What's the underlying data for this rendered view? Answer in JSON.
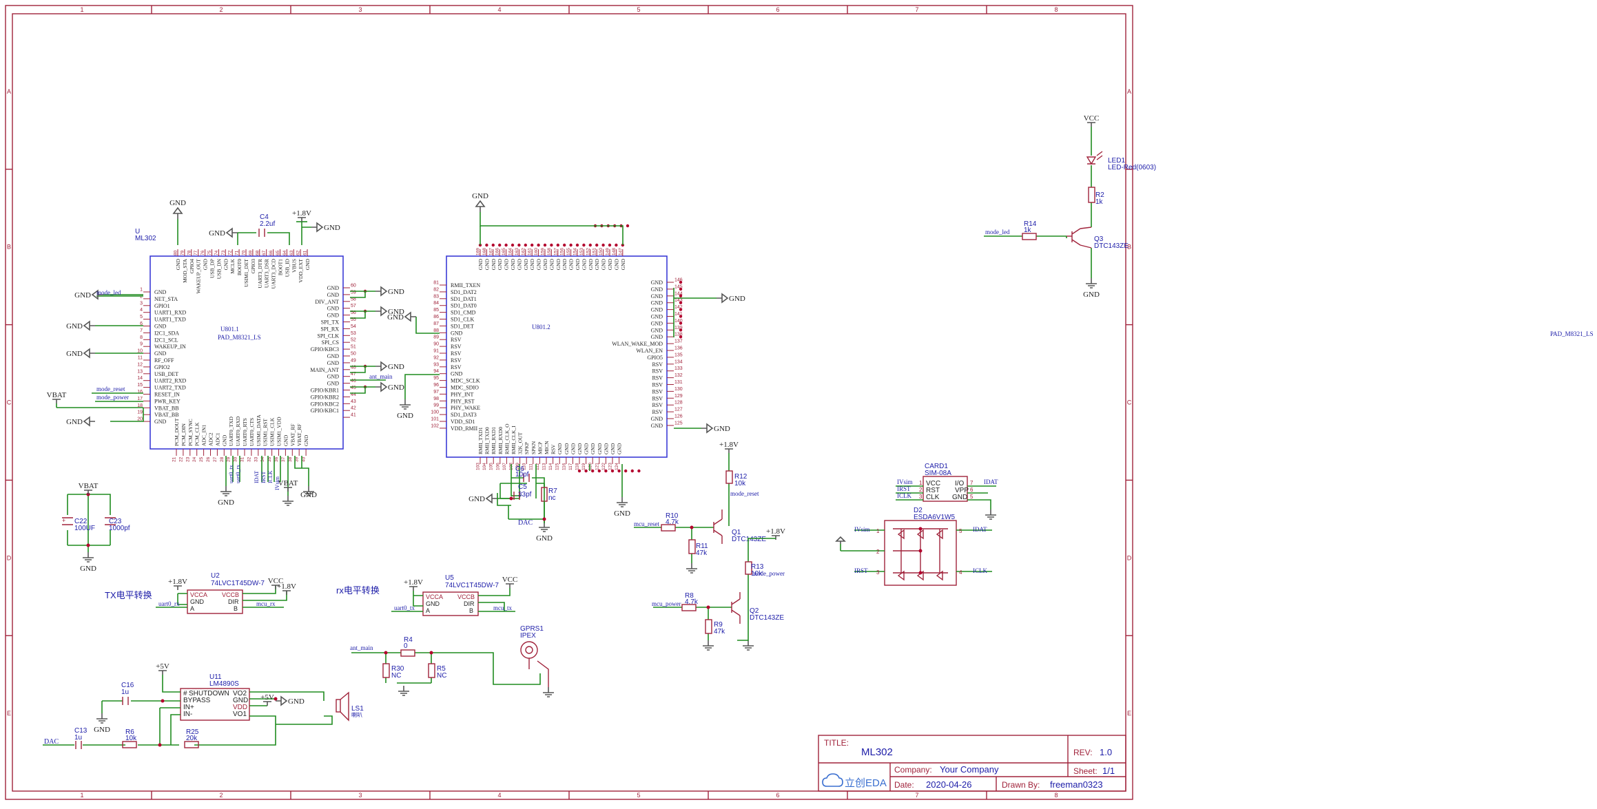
{
  "frame": {
    "columns": [
      "1",
      "2",
      "3",
      "4",
      "5",
      "6",
      "7",
      "8"
    ],
    "rows": [
      "A",
      "B",
      "C",
      "D",
      "E"
    ]
  },
  "title_block": {
    "title_label": "TITLE:",
    "title": "ML302",
    "rev_label": "REV:",
    "rev": "1.0",
    "company_label": "Company:",
    "company": "Your Company",
    "sheet_label": "Sheet:",
    "sheet": "1/1",
    "date_label": "Date:",
    "date": "2020-04-26",
    "drawn_label": "Drawn By:",
    "drawn": "freeman0323",
    "logo": "立创EDA"
  },
  "module": {
    "ref": "U",
    "name": "ML302",
    "u1_label": "U801.1",
    "u1_footprint": "PAD_M8321_LS",
    "u2_label": "U801.2",
    "footprint_far": "PAD_M8321_LS",
    "u1_left_pins": [
      {
        "num": "1",
        "name": "GND"
      },
      {
        "num": "2",
        "name": "NET_STA"
      },
      {
        "num": "3",
        "name": "GPIO1"
      },
      {
        "num": "4",
        "name": "UART1_RXD"
      },
      {
        "num": "5",
        "name": "UART1_TXD"
      },
      {
        "num": "6",
        "name": "GND"
      },
      {
        "num": "7",
        "name": "I2C1_SDA"
      },
      {
        "num": "8",
        "name": "I2C1_SCL"
      },
      {
        "num": "9",
        "name": "WAKEUP_IN"
      },
      {
        "num": "10",
        "name": "GND"
      },
      {
        "num": "11",
        "name": "RF_OFF"
      },
      {
        "num": "12",
        "name": "GPIO2"
      },
      {
        "num": "13",
        "name": "USB_DET"
      },
      {
        "num": "14",
        "name": "UART2_RXD"
      },
      {
        "num": "15",
        "name": "UART2_TXD"
      },
      {
        "num": "16",
        "name": "RESET_IN"
      },
      {
        "num": "17",
        "name": "PWR_KEY"
      },
      {
        "num": "18",
        "name": "VBAT_BB"
      },
      {
        "num": "19",
        "name": "VBAT_BB"
      },
      {
        "num": "20",
        "name": "GND"
      }
    ],
    "u1_right_pins": [
      {
        "num": "60",
        "name": "GND"
      },
      {
        "num": "59",
        "name": "GND"
      },
      {
        "num": "58",
        "name": "DIV_ANT"
      },
      {
        "num": "57",
        "name": "GND"
      },
      {
        "num": "56",
        "name": "GND"
      },
      {
        "num": "55",
        "name": "SPI_TX"
      },
      {
        "num": "54",
        "name": "SPI_RX"
      },
      {
        "num": "53",
        "name": "SPI_CLK"
      },
      {
        "num": "52",
        "name": "SPI_CS"
      },
      {
        "num": "51",
        "name": "GPIO/KBC3"
      },
      {
        "num": "50",
        "name": "GND"
      },
      {
        "num": "49",
        "name": "GND"
      },
      {
        "num": "48",
        "name": "MAIN_ANT"
      },
      {
        "num": "47",
        "name": "GND"
      },
      {
        "num": "46",
        "name": "GND"
      },
      {
        "num": "45",
        "name": "GPIO/KBR1"
      },
      {
        "num": "44",
        "name": "GPIO/KBR2"
      },
      {
        "num": "43",
        "name": "GPIO/KBC2"
      },
      {
        "num": "42",
        "name": "GPIO/KBC1"
      },
      {
        "num": "41",
        "name": ""
      }
    ],
    "u1_top_pins": [
      {
        "num": "80",
        "name": "GND"
      },
      {
        "num": "79",
        "name": "MOD_STA"
      },
      {
        "num": "78",
        "name": "GPIO4"
      },
      {
        "num": "77",
        "name": "WAKEUP_OUT"
      },
      {
        "num": "76",
        "name": "GND"
      },
      {
        "num": "75",
        "name": "USB_DP"
      },
      {
        "num": "74",
        "name": "USB_DN"
      },
      {
        "num": "73",
        "name": "GND"
      },
      {
        "num": "72",
        "name": "MCLK"
      },
      {
        "num": "71",
        "name": "BOOT0"
      },
      {
        "num": "70",
        "name": "USIM1_DET"
      },
      {
        "num": "69",
        "name": "GPIO3"
      },
      {
        "num": "68",
        "name": "UART3_DTR"
      },
      {
        "num": "67",
        "name": "UART3_DSR"
      },
      {
        "num": "66",
        "name": "UART3_DCD"
      },
      {
        "num": "65",
        "name": "BOOT1"
      },
      {
        "num": "64",
        "name": "USB_ID"
      },
      {
        "num": "63",
        "name": "VBUS"
      },
      {
        "num": "62",
        "name": "VDD_EXT"
      },
      {
        "num": "61",
        "name": "GND"
      }
    ],
    "u1_bottom_pins": [
      {
        "num": "21",
        "name": "PCM_DOUT"
      },
      {
        "num": "22",
        "name": "PCM_DIN"
      },
      {
        "num": "23",
        "name": "PCM_SYNC"
      },
      {
        "num": "24",
        "name": "PCM_CLK"
      },
      {
        "num": "25",
        "name": "ADC_IN1"
      },
      {
        "num": "26",
        "name": "ADC2"
      },
      {
        "num": "27",
        "name": "ADC1"
      },
      {
        "num": "28",
        "name": "GND"
      },
      {
        "num": "29",
        "name": "UART0_TXD"
      },
      {
        "num": "30",
        "name": "UART0_RXD"
      },
      {
        "num": "31",
        "name": "UART0_RTS"
      },
      {
        "num": "32",
        "name": "UART0_CTS"
      },
      {
        "num": "33",
        "name": "USIM1_DATA"
      },
      {
        "num": "34",
        "name": "USIM1_RST"
      },
      {
        "num": "35",
        "name": "USIM1_CLK"
      },
      {
        "num": "36",
        "name": "USIM1_VDD"
      },
      {
        "num": "37",
        "name": "GND"
      },
      {
        "num": "38",
        "name": "VBAT_RF"
      },
      {
        "num": "39",
        "name": "VBAT_RF"
      },
      {
        "num": "40",
        "name": "GND"
      }
    ],
    "u2_left_pins": [
      {
        "num": "81",
        "name": "RMII_TXEN"
      },
      {
        "num": "82",
        "name": "SD1_DAT2"
      },
      {
        "num": "83",
        "name": "SD1_DAT1"
      },
      {
        "num": "84",
        "name": "SD1_DAT0"
      },
      {
        "num": "85",
        "name": "SD1_CMD"
      },
      {
        "num": "86",
        "name": "SD1_CLK"
      },
      {
        "num": "87",
        "name": "SD1_DET"
      },
      {
        "num": "88",
        "name": "GND"
      },
      {
        "num": "89",
        "name": "RSV"
      },
      {
        "num": "90",
        "name": "RSV"
      },
      {
        "num": "91",
        "name": "RSV"
      },
      {
        "num": "92",
        "name": "RSV"
      },
      {
        "num": "93",
        "name": "RSV"
      },
      {
        "num": "94",
        "name": "GND"
      },
      {
        "num": "95",
        "name": "MDC_SCLK"
      },
      {
        "num": "96",
        "name": "MDC_SDIO"
      },
      {
        "num": "97",
        "name": "PHY_INT"
      },
      {
        "num": "98",
        "name": "PHY_RST"
      },
      {
        "num": "99",
        "name": "PHY_WAKE"
      },
      {
        "num": "100",
        "name": "SD1_DAT3"
      },
      {
        "num": "101",
        "name": "VDD_SD1"
      },
      {
        "num": "102",
        "name": "VDD_RMII"
      }
    ],
    "u2_right_pins": [
      {
        "num": "146",
        "name": "GND"
      },
      {
        "num": "145",
        "name": "GND"
      },
      {
        "num": "144",
        "name": "GND"
      },
      {
        "num": "143",
        "name": "GND"
      },
      {
        "num": "142",
        "name": "GND"
      },
      {
        "num": "141",
        "name": "GND"
      },
      {
        "num": "140",
        "name": "GND"
      },
      {
        "num": "139",
        "name": "GND"
      },
      {
        "num": "138",
        "name": "GND"
      },
      {
        "num": "137",
        "name": "WLAN_WAKE_MOD"
      },
      {
        "num": "136",
        "name": "WLAN_EN"
      },
      {
        "num": "135",
        "name": "GPIO5"
      },
      {
        "num": "134",
        "name": "RSV"
      },
      {
        "num": "133",
        "name": "RSV"
      },
      {
        "num": "132",
        "name": "RSV"
      },
      {
        "num": "131",
        "name": "RSV"
      },
      {
        "num": "130",
        "name": "RSV"
      },
      {
        "num": "129",
        "name": "RSV"
      },
      {
        "num": "128",
        "name": "RSV"
      },
      {
        "num": "127",
        "name": "RSV"
      },
      {
        "num": "126",
        "name": "GND"
      },
      {
        "num": "125",
        "name": "GND"
      }
    ],
    "u2_top_pins": [
      {
        "num": "169",
        "name": "GND"
      },
      {
        "num": "168",
        "name": "GND"
      },
      {
        "num": "167",
        "name": "GND"
      },
      {
        "num": "166",
        "name": "GND"
      },
      {
        "num": "165",
        "name": "GND"
      },
      {
        "num": "164",
        "name": "GND"
      },
      {
        "num": "163",
        "name": "GND"
      },
      {
        "num": "162",
        "name": "GND"
      },
      {
        "num": "161",
        "name": "GND"
      },
      {
        "num": "160",
        "name": "GND"
      },
      {
        "num": "159",
        "name": "GND"
      },
      {
        "num": "158",
        "name": "GND"
      },
      {
        "num": "157",
        "name": "GND"
      },
      {
        "num": "156",
        "name": "GND"
      },
      {
        "num": "155",
        "name": "GND"
      },
      {
        "num": "154",
        "name": "GND"
      },
      {
        "num": "153",
        "name": "GND"
      },
      {
        "num": "152",
        "name": "GND"
      },
      {
        "num": "151",
        "name": "GND"
      },
      {
        "num": "150",
        "name": "GND"
      },
      {
        "num": "149",
        "name": "GND"
      },
      {
        "num": "148",
        "name": "GND"
      },
      {
        "num": "147",
        "name": "GND"
      }
    ],
    "u2_bottom_pins": [
      {
        "num": "103",
        "name": "RMII_TXD1"
      },
      {
        "num": "104",
        "name": "RMII_TXD0"
      },
      {
        "num": "105",
        "name": "RMII_RXD1"
      },
      {
        "num": "106",
        "name": "RMII_RXD0"
      },
      {
        "num": "107",
        "name": "RMII_CLK_O"
      },
      {
        "num": "108",
        "name": "RMII_CLK_I"
      },
      {
        "num": "109",
        "name": "32K_OUT"
      },
      {
        "num": "110",
        "name": "SPKP"
      },
      {
        "num": "111",
        "name": "SPKN"
      },
      {
        "num": "112",
        "name": "MICP"
      },
      {
        "num": "113",
        "name": "MICN"
      },
      {
        "num": "114",
        "name": "RSV"
      },
      {
        "num": "115",
        "name": "GND"
      },
      {
        "num": "116",
        "name": "GND"
      },
      {
        "num": "117",
        "name": "GND"
      },
      {
        "num": "118",
        "name": "GND"
      },
      {
        "num": "119",
        "name": "GND"
      },
      {
        "num": "120",
        "name": "GND"
      },
      {
        "num": "121",
        "name": "GND"
      },
      {
        "num": "122",
        "name": "GND"
      },
      {
        "num": "123",
        "name": "GND"
      },
      {
        "num": "124",
        "name": "GND"
      }
    ]
  },
  "nets": {
    "gnd": "GND",
    "vbat": "VBAT",
    "v18": "+1.8V",
    "vcc": "VCC",
    "v5": "+5V",
    "mode_led": "mode_led",
    "mode_reset": "mode_reset",
    "mode_power": "mode_power",
    "ant_main": "ant_main",
    "uart0_rx": "uart0_rx",
    "uart0_tx": "uart0_tx",
    "mcu_rx": "mcu_rx",
    "mcu_tx": "mcu_tx",
    "mcu_reset": "mcu_reset",
    "mcu_power": "mcu_power",
    "dac": "DAC",
    "ivsim": "IVsim",
    "irst": "IRST",
    "iclk": "ICLK",
    "idat": "IDAT"
  },
  "parts": {
    "c4": {
      "ref": "C4",
      "val": "2.2uf"
    },
    "c22": {
      "ref": "C22",
      "val": "100UF"
    },
    "c23": {
      "ref": "C23",
      "val": "1000pf"
    },
    "c6": {
      "ref": "C6",
      "val": "10pf"
    },
    "c5": {
      "ref": "C5",
      "val": "33pf"
    },
    "r7": {
      "ref": "R7",
      "val": "nc"
    },
    "u2": {
      "ref": "U2",
      "val": "74LVC1T45DW-7"
    },
    "u5": {
      "ref": "U5",
      "val": "74LVC1T45DW-7"
    },
    "tx_caption": "TX电平转换",
    "rx_caption": "rx电平转换",
    "lvc_pins": {
      "vcca": "VCCA",
      "gnd": "GND",
      "a": "A",
      "vccb": "VCCB",
      "dir": "DIR",
      "b": "B"
    },
    "u11": {
      "ref": "U11",
      "val": "LM4890S"
    },
    "u11_pins": {
      "sd": "SHUTDOWN",
      "byp": "BYPASS",
      "inp": "IN+",
      "inn": "IN-",
      "vo2": "VO2",
      "gnd": "GND",
      "vdd": "VDD",
      "vo1": "VO1"
    },
    "c16": {
      "ref": "C16",
      "val": "1u"
    },
    "c13": {
      "ref": "C13",
      "val": "1u"
    },
    "r6": {
      "ref": "R6",
      "val": "10k"
    },
    "r25": {
      "ref": "R25",
      "val": "20k"
    },
    "ls1": {
      "ref": "LS1",
      "val": "喇叭"
    },
    "r4": {
      "ref": "R4",
      "val": "0"
    },
    "r30": {
      "ref": "R30",
      "val": "NC"
    },
    "r5": {
      "ref": "R5",
      "val": "NC"
    },
    "gprs1": {
      "ref": "GPRS1",
      "val": "IPEX"
    },
    "r12": {
      "ref": "R12",
      "val": "10k"
    },
    "r10": {
      "ref": "R10",
      "val": "4.7k"
    },
    "r11": {
      "ref": "R11",
      "val": "47k"
    },
    "q1": {
      "ref": "Q1",
      "val": "DTC143ZE"
    },
    "r13": {
      "ref": "R13",
      "val": "10k"
    },
    "r8": {
      "ref": "R8",
      "val": "4.7k"
    },
    "r9": {
      "ref": "R9",
      "val": "47k"
    },
    "q2": {
      "ref": "Q2",
      "val": "DTC143ZE"
    },
    "led1": {
      "ref": "LED1",
      "val": "LED-Red(0603)"
    },
    "r2": {
      "ref": "R2",
      "val": "1k"
    },
    "r14": {
      "ref": "R14",
      "val": "1k"
    },
    "q3": {
      "ref": "Q3",
      "val": "DTC143ZE"
    },
    "card1": {
      "ref": "CARD1",
      "val": "SIM-08A"
    },
    "card_pins": {
      "vcc": "VCC",
      "rst": "RST",
      "clk": "CLK",
      "io": "I/O",
      "vpp": "VPP",
      "gnd": "GND"
    },
    "d2": {
      "ref": "D2",
      "val": "ESDA6V1W5"
    }
  },
  "colors": {
    "frame": "#a0223a",
    "block": "#3b3bd6",
    "wire": "#1f8c1f",
    "net_label": "#1c1ca8",
    "junction": "#b3002d"
  }
}
